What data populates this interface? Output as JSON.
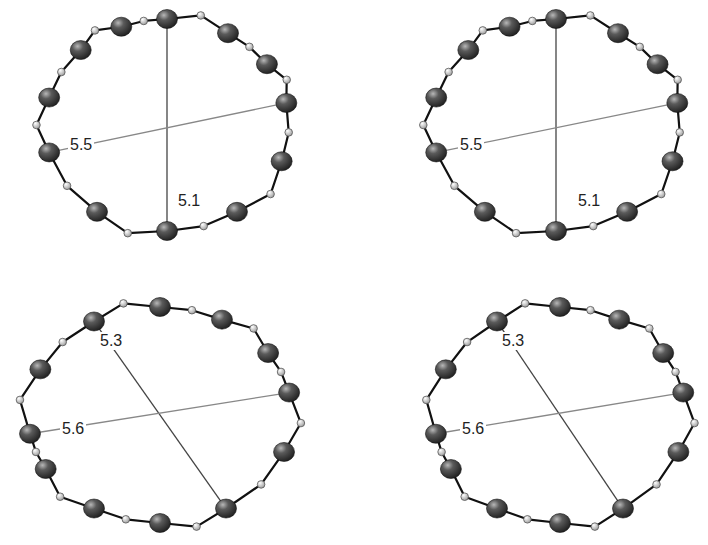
{
  "diagram": {
    "labels": [
      "5.5",
      "5.1",
      "5.5",
      "5.1",
      "5.3",
      "5.6",
      "5.3",
      "5.6"
    ]
  }
}
